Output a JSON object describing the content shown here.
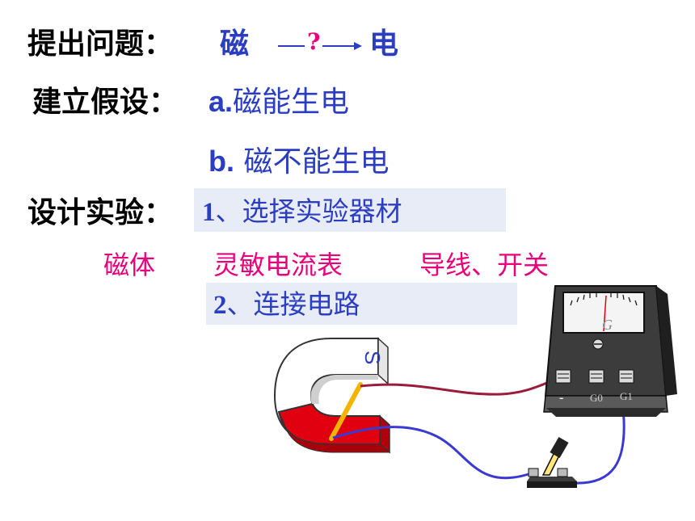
{
  "line1": {
    "label": "提出问题：",
    "from": "磁",
    "question": "?",
    "to": "电"
  },
  "line2": {
    "label": "建立假设：",
    "a_prefix": "a.",
    "a_text": "磁能生电"
  },
  "line3": {
    "b_prefix": "b.",
    "b_text": "磁不能生电"
  },
  "line4": {
    "label": "设计实验：",
    "step1_num": "1",
    "step1_text": "、选择实验器材"
  },
  "materials": {
    "magnet": "磁体",
    "meter": "灵敏电流表",
    "wire": "导线、开关"
  },
  "step2": {
    "num": "2",
    "text": "、连接电路"
  },
  "diagram": {
    "magnet_pole": "S",
    "meter_dial_letter": "G",
    "terminal_minus": "-",
    "terminal_g0": "G0",
    "terminal_g1": "G1",
    "colors": {
      "magnet_red": "#e0000f",
      "wire_red": "#9a1b3a",
      "wire_blue": "#3a3ad0",
      "rod": "#f2b400"
    }
  }
}
